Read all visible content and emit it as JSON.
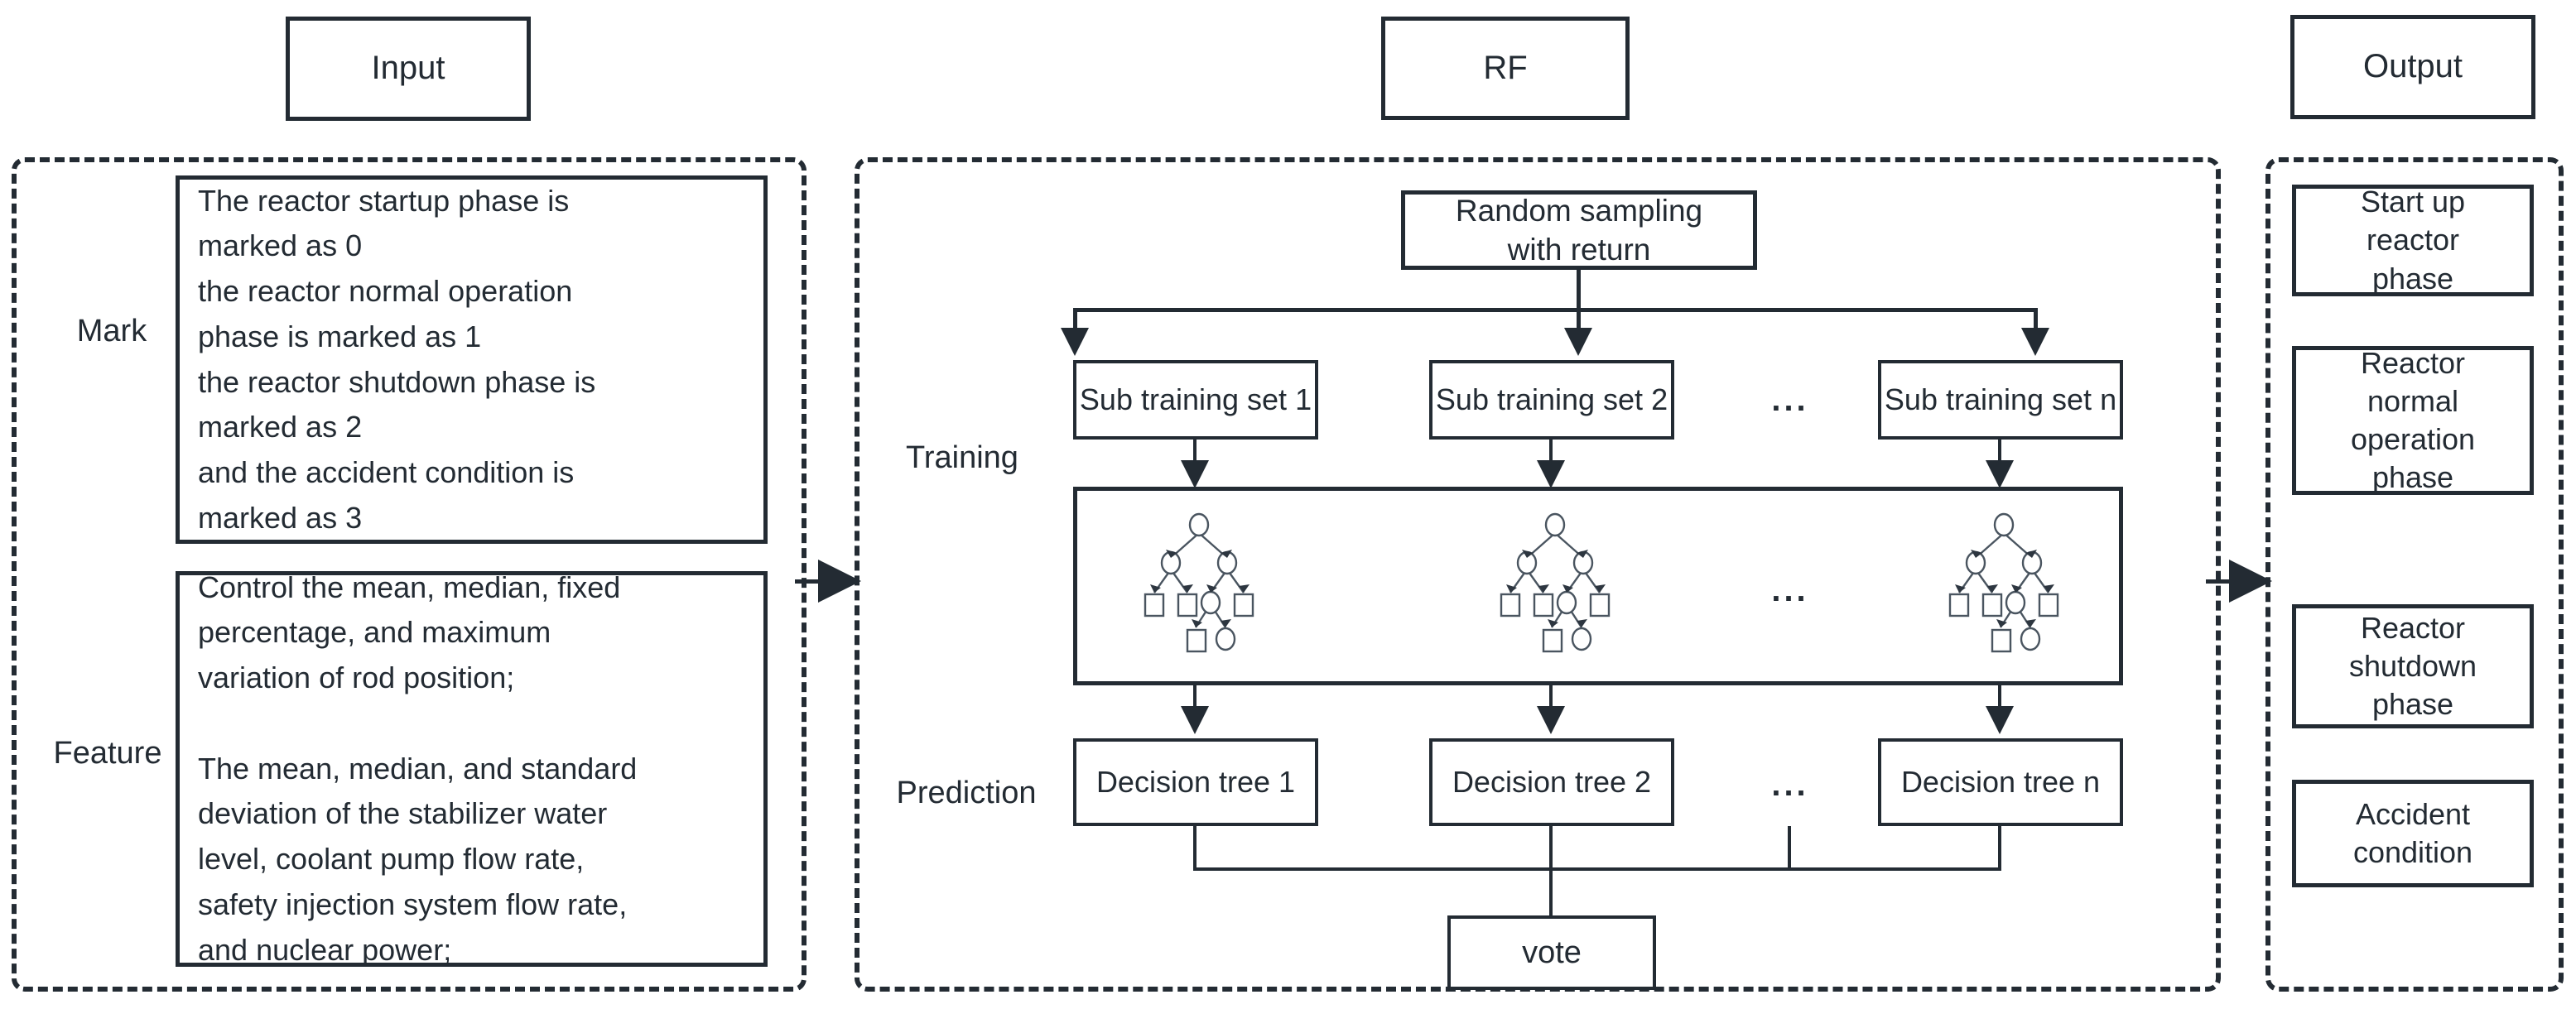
{
  "headers": {
    "input": "Input",
    "rf": "RF",
    "output": "Output"
  },
  "input_panel": {
    "mark_label": "Mark",
    "feature_label": "Feature",
    "mark_text": "The reactor startup phase is\nmarked as 0\nthe reactor normal operation\nphase is marked as 1\nthe reactor shutdown phase is\nmarked as 2\nand the accident condition is\nmarked as 3",
    "feature_text": "Control the mean, median, fixed\npercentage, and maximum\nvariation of rod position;\n\nThe mean, median, and standard\ndeviation of the stabilizer water\nlevel, coolant pump flow rate,\nsafety injection system flow rate,\nand nuclear power;"
  },
  "rf_panel": {
    "sampling": "Random sampling\nwith return",
    "training_label": "Training",
    "prediction_label": "Prediction",
    "ellipsis": "...",
    "sub_training_sets": [
      "Sub training set 1",
      "Sub training set 2",
      "Sub training set n"
    ],
    "decision_trees": [
      "Decision tree 1",
      "Decision tree 2",
      "Decision tree n"
    ],
    "vote": "vote"
  },
  "output_panel": {
    "items": [
      "Start up\nreactor\nphase",
      "Reactor\nnormal\noperation\nphase",
      "Reactor\nshutdown\nphase",
      "Accident\ncondition"
    ]
  },
  "colors": {
    "stroke": "#232b33",
    "background": "#ffffff"
  }
}
